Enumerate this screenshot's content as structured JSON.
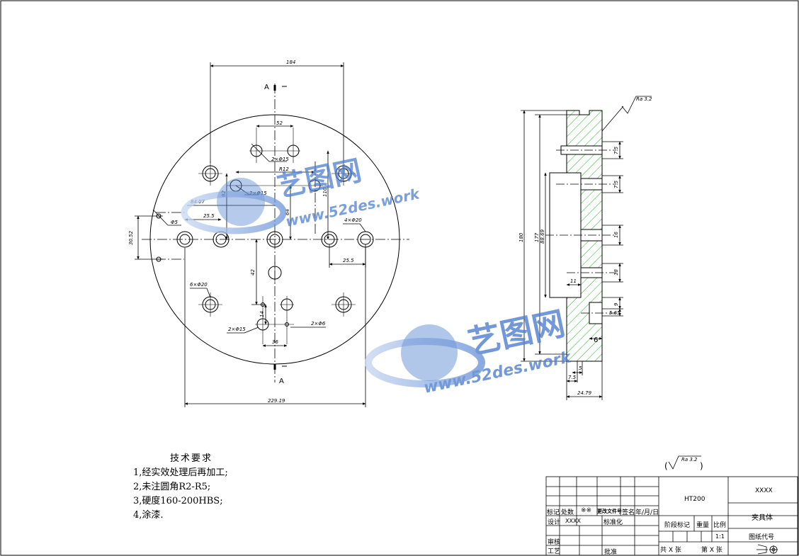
{
  "drawing": {
    "front_view": {
      "dims": {
        "d184": "184",
        "d52": "52",
        "d2x15_top": "2×Φ15",
        "dR12": "R12",
        "d2x15_mid": "2×Φ15",
        "d84_07": "84.07",
        "d92": "92",
        "d110": "110",
        "d64": "64",
        "d25_5_left": "25.5",
        "d25_5_right": "25.5",
        "dphi5": "Φ5",
        "d4x20": "4×Φ20",
        "d30_52": "30.52",
        "d42": "42",
        "d6x20": "6×Φ20",
        "d14": "14",
        "d2x15_bottom": "2×Φ15",
        "d2x6": "2×Φ6",
        "d36": "36",
        "d229_19": "229.19"
      },
      "section_label_top": "A",
      "section_label_bottom": "A"
    },
    "side_view": {
      "dims": {
        "d180": "180",
        "d177": "177",
        "d88_69": "88.69",
        "d11": "11",
        "d7_5_a": "7.5",
        "d7_5_b": "7.5",
        "d16": "16",
        "d18": "18",
        "d9": "9",
        "d5_65": "5.65",
        "d6": "6",
        "d5": "5",
        "d7_5_bottom": "7.5",
        "d24_79": "24.79"
      },
      "roughness": "Ra 3.2"
    },
    "roughness_note": "Ra 3.2",
    "roughness_note_open": "(",
    "roughness_note_close": ")"
  },
  "watermark": {
    "brand": "艺图网",
    "url_top": "www.52des.work",
    "url_bottom": "www.52des.work"
  },
  "tech_requirements": {
    "title": "技术要求",
    "items": [
      "1,经实效处理后再加工;",
      "2,未注圆角R2-R5;",
      "3,硬度160-200HBS;",
      "4,涂漆."
    ]
  },
  "title_block": {
    "material": "HT200",
    "company": "XXXX",
    "part_name": "夹具体",
    "mark_label": "标记",
    "count_label": "处数",
    "count_value": "※※",
    "change_doc_label": "更改文件号",
    "sign_label": "签名",
    "date_label": "年/月/日",
    "design_label": "设计",
    "design_value": "XXXX",
    "standardize_label": "标准化",
    "review_label": "审核",
    "process_label": "工艺",
    "approve_label": "批准",
    "stage_label": "阶段标记",
    "weight_label": "重量",
    "scale_label": "比例",
    "scale_value": "1:1",
    "drawing_no_label": "图纸代号",
    "total_label": "共 X 张",
    "page_label": "第 X 张"
  }
}
